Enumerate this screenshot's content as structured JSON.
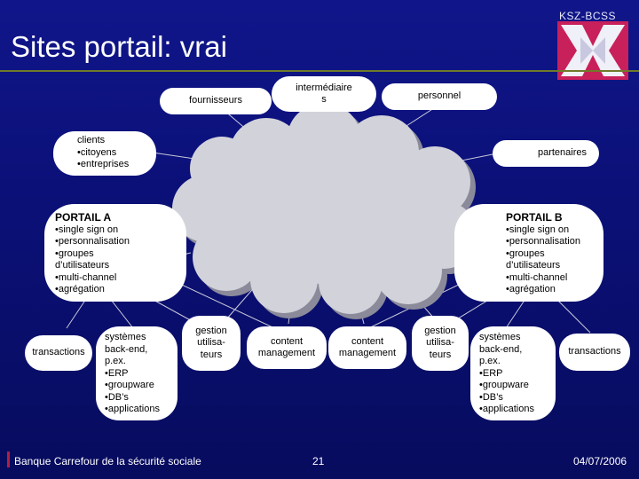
{
  "slide": {
    "title": "Sites portail: vrai",
    "logo_text": "KSZ-BCSS",
    "colors": {
      "background": "#0b1078",
      "box": "#ffffff",
      "cloud": "#d2d2da",
      "title_rule": "#6f7a2a",
      "footer_mark": "#b02040"
    }
  },
  "top_boxes": {
    "fournisseurs": "fournisseurs",
    "intermediaire_1": "intermédiaire",
    "intermediaire_2": "s",
    "personnel": "personnel"
  },
  "clients": {
    "line1": "clients",
    "line2": "•citoyens",
    "line3": "•entreprises"
  },
  "partenaires": "partenaires",
  "portail_a": {
    "title": "PORTAIL A",
    "items": [
      "•single sign on",
      "•personnalisation",
      "•groupes",
      "d’utilisateurs",
      "•multi-channel",
      "•agrégation"
    ]
  },
  "portail_b": {
    "title": "PORTAIL B",
    "items": [
      "•single sign on",
      "•personnalisation",
      "•groupes",
      "d’utilisateurs",
      "•multi-channel",
      "•agrégation"
    ]
  },
  "bottom": {
    "transactions_left": "transactions",
    "systemes_left": [
      "systèmes",
      "back-end,",
      "p.ex.",
      "•ERP",
      "•groupware",
      "•DB’s",
      "•applications"
    ],
    "gestion_left": [
      "gestion",
      "utilisa-",
      "teurs"
    ],
    "content_left": [
      "content",
      "management"
    ],
    "content_right": [
      "content",
      "management"
    ],
    "gestion_right": [
      "gestion",
      "utilisa-",
      "teurs"
    ],
    "systemes_right": [
      "systèmes",
      "back-end,",
      "p.ex.",
      "•ERP",
      "•groupware",
      "•DB’s",
      "•applications"
    ],
    "transactions_right": "transactions"
  },
  "footer": {
    "org": "Banque Carrefour de la sécurité sociale",
    "page": "21",
    "date": "04/07/2006"
  }
}
